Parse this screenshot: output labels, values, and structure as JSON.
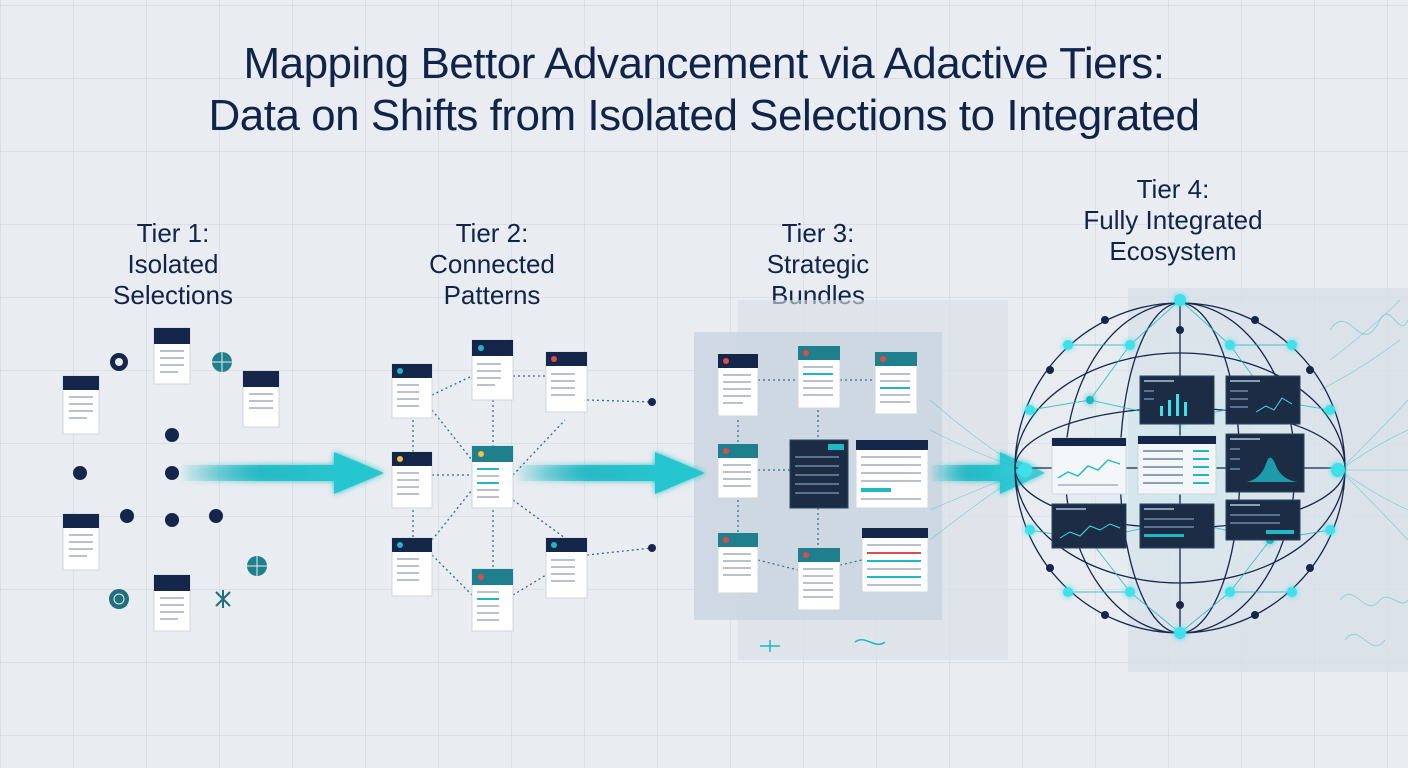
{
  "title": {
    "line1": "Mapping Bettor Advancement via Adactive Tiers:",
    "line2": "Data on Shifts from Isolated Selections to Integrated"
  },
  "tiers": [
    {
      "heading": "Tier 1:",
      "line1": "Isolated",
      "line2": "Selections"
    },
    {
      "heading": "Tier 2:",
      "line1": "Connected",
      "line2": "Patterns"
    },
    {
      "heading": "Tier 3:",
      "line1": "Strategic",
      "line2": "Bundles"
    },
    {
      "heading": "Tier 4:",
      "line1": "Fully Integrated",
      "line2": "Ecosystem"
    }
  ],
  "colors": {
    "navy": "#14264a",
    "teal": "#1fb8c4",
    "tealGlow": "#3fe0ea",
    "card": "#ffffff",
    "darkPanel": "#1b2c44"
  },
  "icons": [
    "soccer-ball-icon",
    "basketball-icon",
    "tennis-ball-icon",
    "network-node-icon"
  ]
}
